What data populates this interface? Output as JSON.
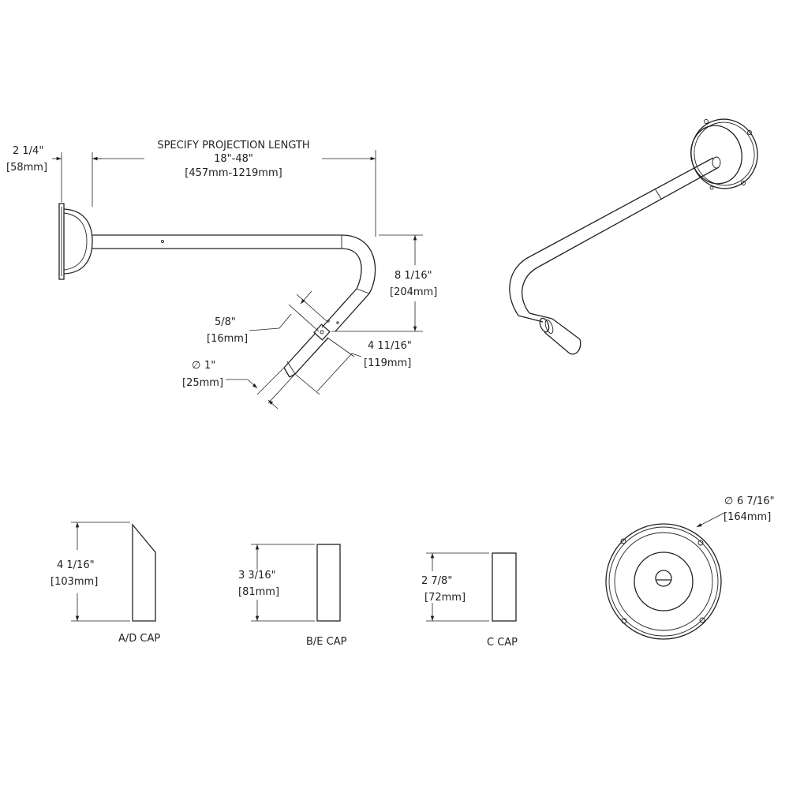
{
  "dimensions": {
    "plate_depth": {
      "imperial": "2 1/4\"",
      "metric": "[58mm]"
    },
    "projection": {
      "title": "SPECIFY PROJECTION LENGTH",
      "imperial": "18\"-48\"",
      "metric": "[457mm-1219mm]"
    },
    "drop": {
      "imperial": "8 1/16\"",
      "metric": "[204mm]"
    },
    "offset": {
      "imperial": "5/8\"",
      "metric": "[16mm]"
    },
    "arm_length": {
      "imperial": "4 11/16\"",
      "metric": "[119mm]"
    },
    "tube_diameter": {
      "symbol": "∅",
      "imperial": "1\"",
      "metric": "[25mm]"
    },
    "ad_cap_height": {
      "imperial": "4 1/16\"",
      "metric": "[103mm]"
    },
    "be_cap_height": {
      "imperial": "3 3/16\"",
      "metric": "[81mm]"
    },
    "c_cap_height": {
      "imperial": "2 7/8\"",
      "metric": "[72mm]"
    },
    "plate_diameter": {
      "symbol": "∅",
      "imperial": "6 7/16\"",
      "metric": "[164mm]"
    }
  },
  "labels": {
    "ad_cap": "A/D CAP",
    "be_cap": "B/E CAP",
    "c_cap": "C CAP"
  },
  "colors": {
    "line": "#222222",
    "background": "#ffffff"
  }
}
